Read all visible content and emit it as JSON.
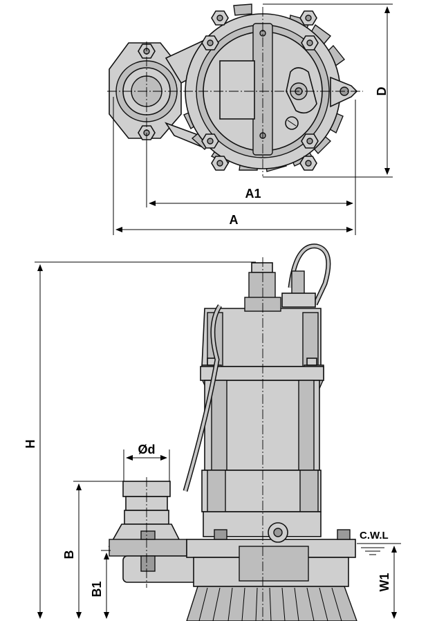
{
  "labels": {
    "D": "D",
    "A1": "A1",
    "A": "A",
    "H": "H",
    "d": "Ød",
    "B": "B",
    "B1": "B1",
    "cwl": "C.W.L",
    "W1": "W1"
  },
  "colors": {
    "body": "#cfcfcf",
    "shade": "#bdbdbd",
    "outline": "#111111",
    "background": "#ffffff"
  }
}
